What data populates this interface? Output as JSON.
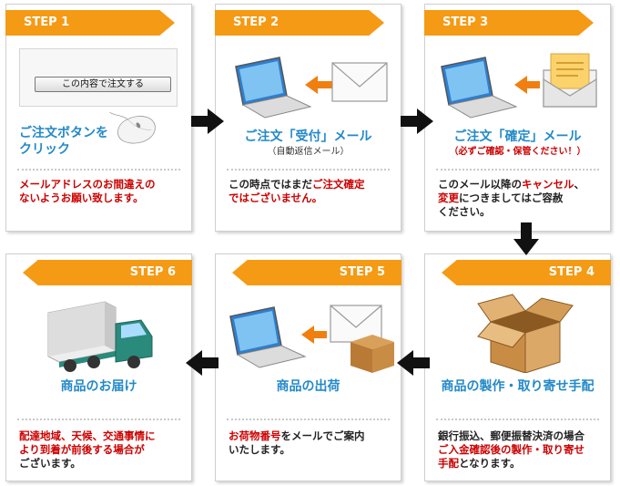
{
  "steps": [
    {
      "label": "STEP 1",
      "title_line1": "ご注文ボタンを",
      "title_line2": "クリック",
      "order_button": "この内容で注文する",
      "body_line1": "メールアドレスのお間違えの",
      "body_line2": "ないようお願い致します。"
    },
    {
      "label": "STEP 2",
      "title": "ご注文「受付」メール",
      "subtitle": "（自動返信メール）",
      "body_line1": "この時点ではまだ",
      "body_em1": "ご注文確定",
      "body_line2": "ではございません。"
    },
    {
      "label": "STEP 3",
      "title": "ご注文「確定」メール",
      "subtitle": "（必ずご確認・保管ください！）",
      "body_line1a": "このメール以降の",
      "body_em1": "キャンセル",
      "body_line1b": "、",
      "body_em2": "変更",
      "body_line2": "につきましてはご容赦",
      "body_line3": "ください。"
    },
    {
      "label": "STEP 4",
      "title": "商品の製作・取り寄せ手配",
      "body_line1": "銀行振込、郵便振替決済の場合",
      "body_em1": "ご入金確認後の製作・取り寄せ",
      "body_em2": "手配",
      "body_line3": "となります。"
    },
    {
      "label": "STEP 5",
      "title": "商品の出荷",
      "body_em1": "お荷物番号",
      "body_line1": "をメールでご案内",
      "body_line2": "いたします。"
    },
    {
      "label": "STEP 6",
      "title": "商品のお届け",
      "body_line1": "配達地域、天候、交通事情に",
      "body_line2": "より到着が前後する場合が",
      "body_line3": "ございます。"
    }
  ],
  "colors": {
    "step_bg": "#f59a14",
    "title": "#2389c8",
    "emphasis": "#cc0000",
    "arrow": "#111111"
  }
}
